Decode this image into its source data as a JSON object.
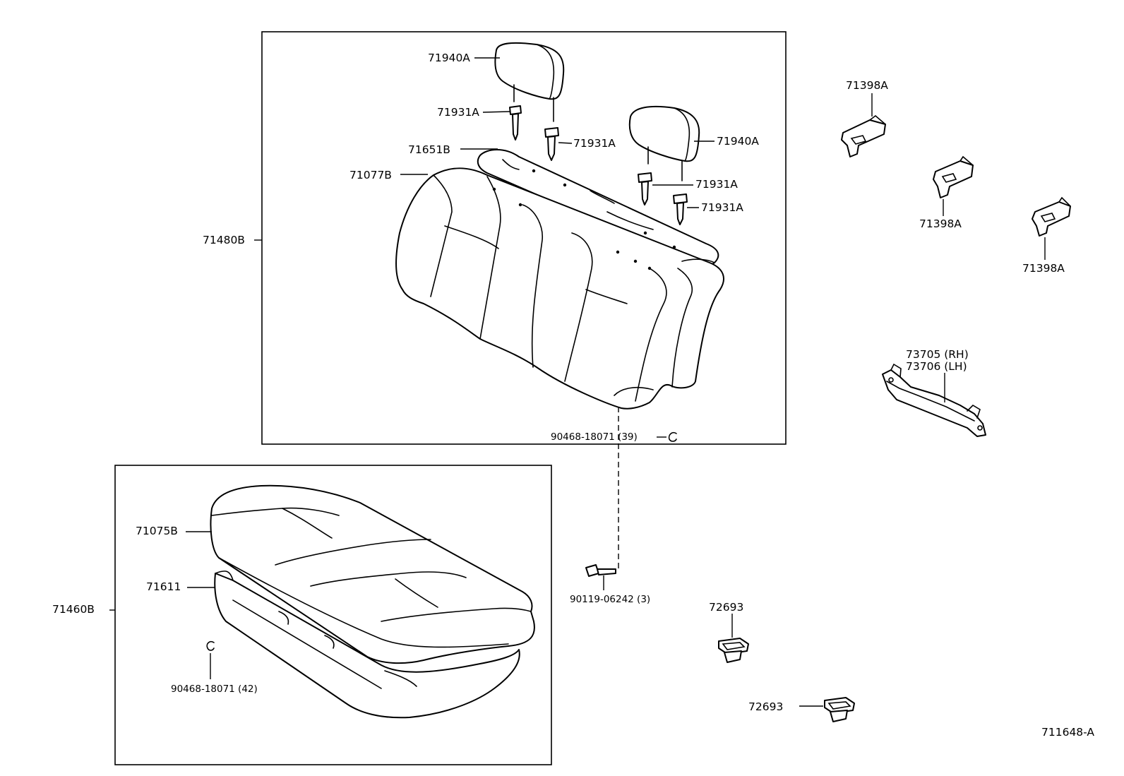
{
  "diagram": {
    "drawing_number": "711648-A",
    "rear_seat_back": {
      "assembly": "71480B",
      "cover": "71077B",
      "pad": "71651B",
      "headrest_left": "71940A",
      "headrest_right": "71940A",
      "support_1": "71931A",
      "support_2": "71931A",
      "support_3": "71931A",
      "support_4": "71931A",
      "hog_ring": "90468-18071 (39)"
    },
    "rear_seat_cushion": {
      "assembly": "71460B",
      "cover": "71075B",
      "pad": "71611",
      "hog_ring": "90468-18071 (42)"
    },
    "bolt": "90119-06242 (3)",
    "hooks": [
      "71398A",
      "71398A",
      "71398A"
    ],
    "lock_rh": "73705 (RH)",
    "lock_lh": "73706 (LH)",
    "retainer_1": "72693",
    "retainer_2": "72693"
  }
}
